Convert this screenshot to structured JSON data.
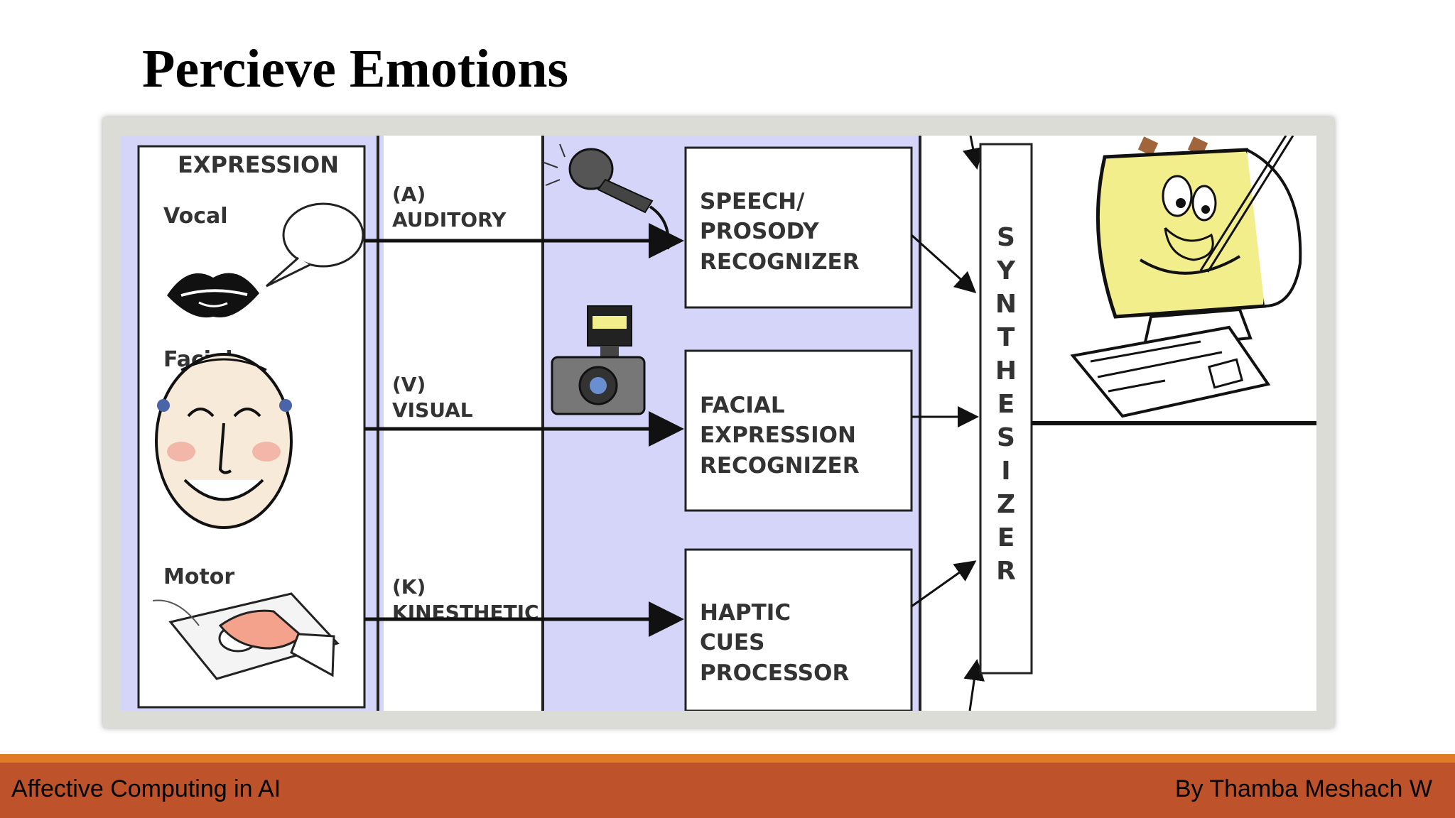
{
  "slide": {
    "title": "Percieve Emotions"
  },
  "diagram": {
    "expression_header": "EXPRESSION",
    "inputs": [
      {
        "label": "Vocal"
      },
      {
        "label": "Facial"
      },
      {
        "label": "Motor"
      }
    ],
    "channels": [
      {
        "code": "(A)",
        "name": "AUDITORY"
      },
      {
        "code": "(V)",
        "name": "VISUAL"
      },
      {
        "code": "(K)",
        "name": "KINESTHETIC"
      }
    ],
    "processors": [
      {
        "lines": [
          "SPEECH/",
          "PROSODY",
          "RECOGNIZER"
        ]
      },
      {
        "lines": [
          "FACIAL",
          "EXPRESSION",
          "RECOGNIZER"
        ]
      },
      {
        "lines": [
          "HAPTIC",
          "CUES",
          "PROCESSOR"
        ]
      }
    ],
    "synthesizer_letters": [
      "S",
      "Y",
      "N",
      "T",
      "H",
      "E",
      "S",
      "I",
      "Z",
      "E",
      "R"
    ],
    "colors": {
      "lavender": "#d5d5fa",
      "accent_yellow": "#f3ee8c"
    }
  },
  "footer": {
    "left": "Affective Computing in AI",
    "right": "By Thamba Meshach W"
  }
}
